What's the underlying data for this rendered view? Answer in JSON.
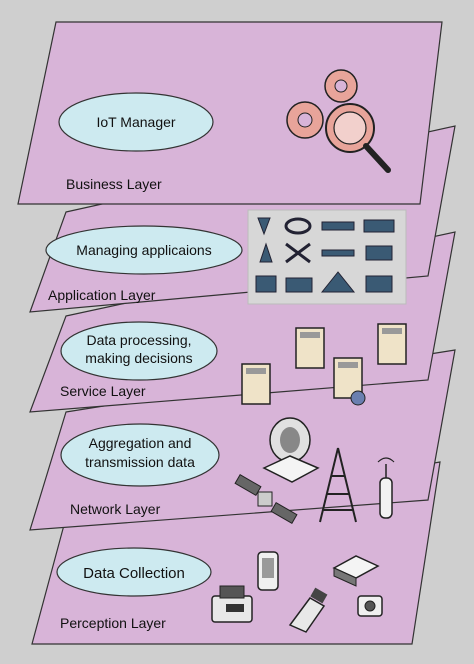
{
  "layers": [
    {
      "name": "Business Layer",
      "bubble": [
        "IoT Manager"
      ],
      "icon": "gears-magnifier-icon"
    },
    {
      "name": "Application Layer",
      "bubble": [
        "Managing applicaions"
      ],
      "icon": "industry-icons-grid"
    },
    {
      "name": "Service Layer",
      "bubble": [
        "Data processing,",
        "making decisions"
      ],
      "icon": "server-icons"
    },
    {
      "name": "Network Layer",
      "bubble": [
        "Aggregation and",
        "transmission data"
      ],
      "icon": "network-devices-icons"
    },
    {
      "name": "Perception Layer",
      "bubble": [
        "Data Collection"
      ],
      "icon": "sensor-devices-icons"
    }
  ],
  "colors": {
    "background": "#cfcfcf",
    "layer_fill": "#d8b4d8",
    "layer_stroke": "#333333",
    "bubble_fill": "#cdeaf0",
    "bubble_stroke": "#333333",
    "gear_fill": "#e8a49a"
  }
}
